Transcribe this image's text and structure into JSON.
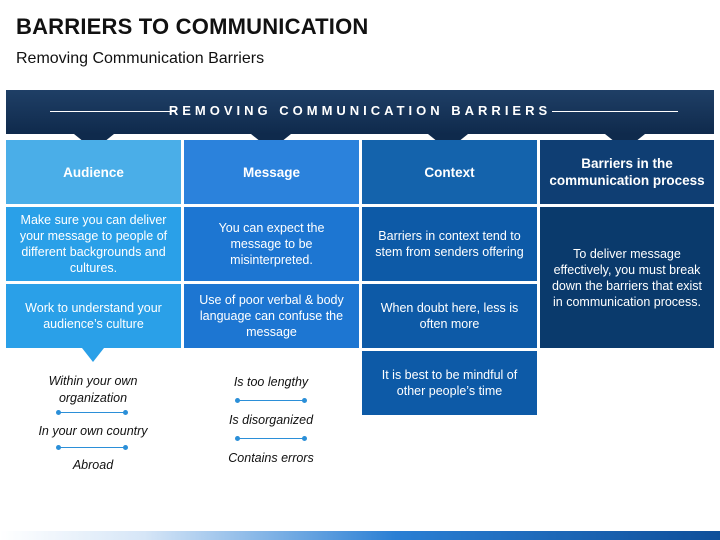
{
  "title": "BARRIERS TO COMMUNICATION",
  "subtitle": "Removing Communication Barriers",
  "banner": "REMOVING COMMUNICATION BARRIERS",
  "colors": {
    "banner": "#0f2a4c",
    "audience_head": "#4aaee8",
    "audience_body": "#2aa0e8",
    "message_head": "#2b82dc",
    "message_body": "#1d76d2",
    "context_head": "#1463ac",
    "context_body": "#0d5aa7",
    "barriers_head": "#0f3e73",
    "barriers_body": "#0a3a6c"
  },
  "columns": {
    "audience": {
      "header": "Audience",
      "cells": [
        "Make sure you can deliver your message to people of different backgrounds and cultures.",
        "Work to understand your audience’s culture"
      ],
      "items": [
        "Within your own organization",
        "In your own country",
        "Abroad"
      ]
    },
    "message": {
      "header": "Message",
      "cells": [
        "You can expect the message to be misinterpreted.",
        "Use of poor verbal & body language can confuse the message"
      ],
      "items": [
        "Is too lengthy",
        "Is disorganized",
        "Contains errors"
      ]
    },
    "context": {
      "header": "Context",
      "cells": [
        "Barriers in context tend to stem from senders offering",
        "When doubt here, less is often more",
        "It is best to be mindful of other people’s time"
      ]
    },
    "barriers": {
      "header": "Barriers in the communication process",
      "cells": [
        "To deliver message effectively, you must break down the barriers that exist in communication process."
      ]
    }
  }
}
